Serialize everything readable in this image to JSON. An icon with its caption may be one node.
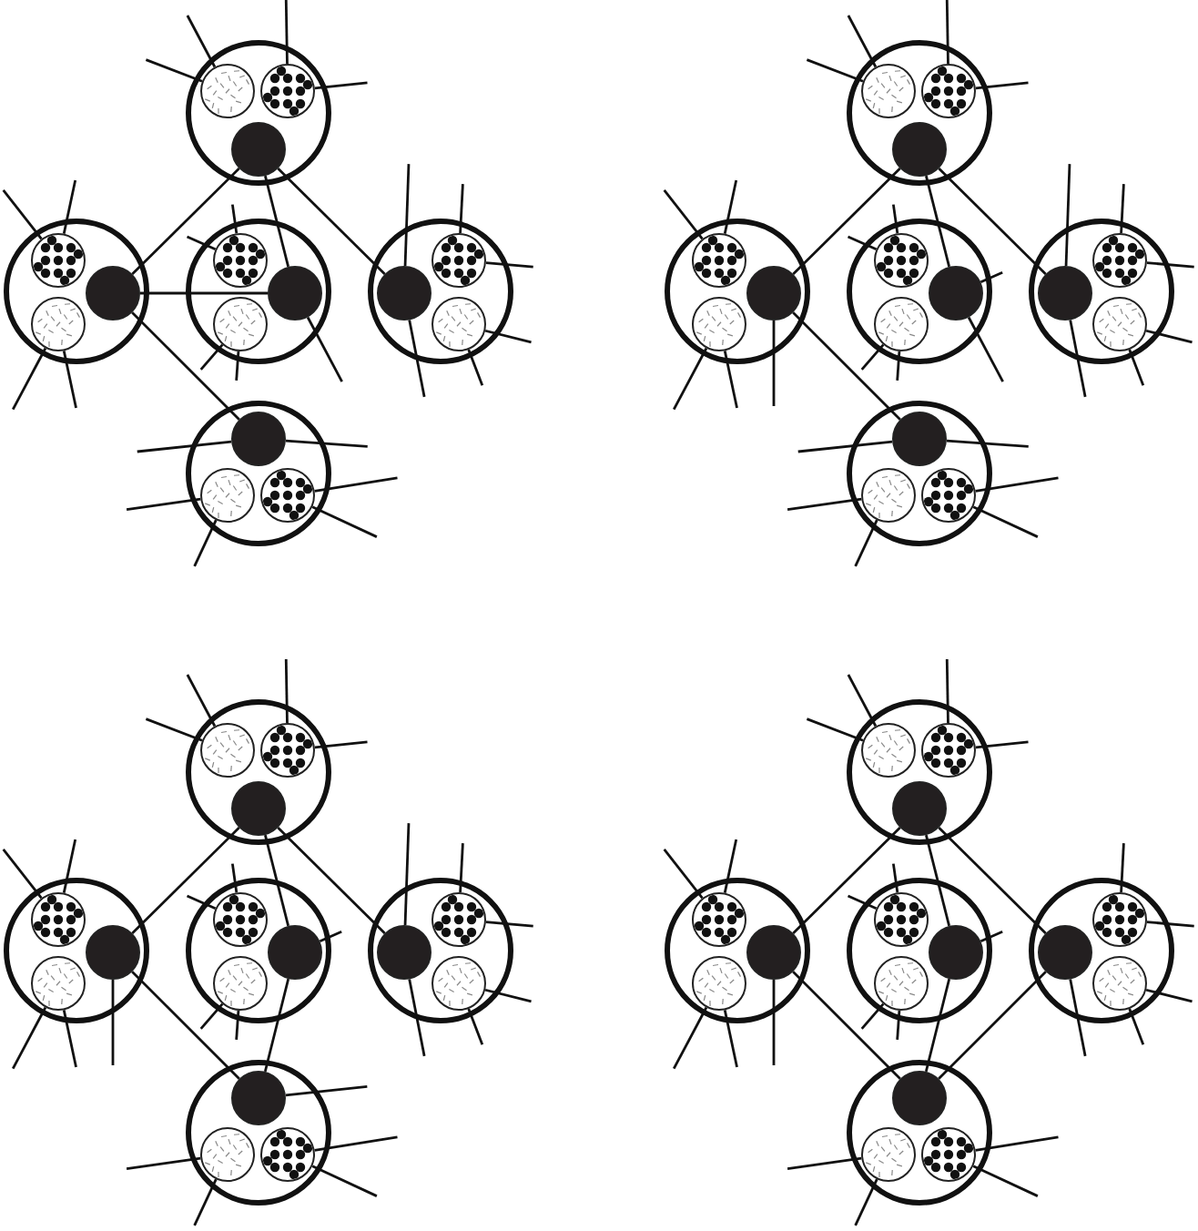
{
  "diagram": {
    "nodes": [
      {
        "text": [],
        "shape": "circle"
      },
      {
        "text": [],
        "shape": "circle",
        "in": 0
      },
      {
        "text": [],
        "shape": "circle",
        "in": 0
      },
      {
        "text": [],
        "shape": "circle",
        "in": 0
      },
      {
        "text": [],
        "shape": "circle"
      },
      {
        "text": [],
        "shape": "circle",
        "in": 4
      },
      {
        "text": [],
        "shape": "circle",
        "in": 4
      },
      {
        "text": [],
        "shape": "circle",
        "in": 4
      },
      {
        "text": [],
        "shape": "circle"
      },
      {
        "text": [],
        "shape": "circle",
        "in": 8
      },
      {
        "text": [],
        "shape": "circle",
        "in": 8
      },
      {
        "text": [],
        "shape": "circle",
        "in": 8
      },
      {
        "text": [],
        "shape": "circle"
      },
      {
        "text": [],
        "shape": "circle",
        "in": 12
      },
      {
        "text": [],
        "shape": "circle",
        "in": 12
      },
      {
        "text": [],
        "shape": "circle",
        "in": 12
      },
      {
        "text": [],
        "shape": "circle"
      },
      {
        "text": [],
        "shape": "circle",
        "in": 16
      },
      {
        "text": [],
        "shape": "circle",
        "in": 16
      },
      {
        "text": [],
        "shape": "circle",
        "in": 16
      },
      {
        "text": [],
        "shape": "circle"
      },
      {
        "text": [],
        "shape": "circle",
        "in": 20
      },
      {
        "text": [],
        "shape": "circle",
        "in": 20
      },
      {
        "text": [],
        "shape": "circle",
        "in": 20
      },
      {
        "text": [],
        "shape": "circle"
      },
      {
        "text": [],
        "shape": "circle",
        "in": 24
      },
      {
        "text": [],
        "shape": "circle",
        "in": 24
      },
      {
        "text": [],
        "shape": "circle",
        "in": 24
      },
      {
        "text": [],
        "shape": "circle"
      },
      {
        "text": [],
        "shape": "circle",
        "in": 28
      },
      {
        "text": [],
        "shape": "circle",
        "in": 28
      },
      {
        "text": [],
        "shape": "circle",
        "in": 28
      },
      {
        "text": [],
        "shape": "circle"
      },
      {
        "text": [],
        "shape": "circle",
        "in": 32
      },
      {
        "text": [],
        "shape": "circle",
        "in": 32
      },
      {
        "text": [],
        "shape": "circle",
        "in": 32
      },
      {
        "text": [],
        "shape": "circle"
      },
      {
        "text": [],
        "shape": "circle",
        "in": 36
      },
      {
        "text": [],
        "shape": "circle",
        "in": 36
      },
      {
        "text": [],
        "shape": "circle",
        "in": 36
      },
      {
        "text": [],
        "shape": "circle"
      },
      {
        "text": [],
        "shape": "circle",
        "in": 40
      },
      {
        "text": [],
        "shape": "circle",
        "in": 40
      },
      {
        "text": [],
        "shape": "circle",
        "in": 40
      },
      {
        "text": [],
        "shape": "circle"
      },
      {
        "text": [],
        "shape": "circle",
        "in": 44
      },
      {
        "text": [],
        "shape": "circle",
        "in": 44
      },
      {
        "text": [],
        "shape": "circle",
        "in": 44
      },
      {
        "text": [],
        "shape": "circle"
      },
      {
        "text": [],
        "shape": "circle",
        "in": 48
      },
      {
        "text": [],
        "shape": "circle",
        "in": 48
      },
      {
        "text": [],
        "shape": "circle",
        "in": 48
      },
      {
        "text": [],
        "shape": "circle"
      },
      {
        "text": [],
        "shape": "circle",
        "in": 52
      },
      {
        "text": [],
        "shape": "circle",
        "in": 52
      },
      {
        "text": [],
        "shape": "circle",
        "in": 52
      },
      {
        "text": [],
        "shape": "circle"
      },
      {
        "text": [],
        "shape": "circle",
        "in": 56
      },
      {
        "text": [],
        "shape": "circle",
        "in": 56
      },
      {
        "text": [],
        "shape": "circle",
        "in": 56
      },
      {
        "text": [],
        "shape": "circle"
      },
      {
        "text": [],
        "shape": "circle",
        "in": 60
      },
      {
        "text": [],
        "shape": "circle",
        "in": 60
      },
      {
        "text": [],
        "shape": "circle",
        "in": 60
      },
      {
        "text": [],
        "shape": "circle"
      },
      {
        "text": [],
        "shape": "circle",
        "in": 64
      },
      {
        "text": [],
        "shape": "circle",
        "in": 64
      },
      {
        "text": [],
        "shape": "circle",
        "in": 64
      },
      {
        "text": [],
        "shape": "circle"
      },
      {
        "text": [],
        "shape": "circle",
        "in": 68
      },
      {
        "text": [],
        "shape": "circle",
        "in": 68
      },
      {
        "text": [],
        "shape": "circle",
        "in": 68
      },
      {
        "text": [],
        "shape": "circle"
      },
      {
        "text": [],
        "shape": "circle",
        "in": 72
      },
      {
        "text": [],
        "shape": "circle",
        "in": 72
      },
      {
        "text": [],
        "shape": "circle",
        "in": 72
      },
      {
        "text": [],
        "shape": "circle"
      },
      {
        "text": [],
        "shape": "circle",
        "in": 76
      },
      {
        "text": [],
        "shape": "circle",
        "in": 76
      },
      {
        "text": [],
        "shape": "circle",
        "in": 76
      }
    ],
    "edges": [
      {
        "from": 3,
        "to": 6,
        "arrow": "none"
      },
      {
        "from": 3,
        "to": 10,
        "arrow": "none"
      },
      {
        "from": 3,
        "to": 14,
        "arrow": "none"
      },
      {
        "from": 6,
        "to": 10,
        "arrow": "none"
      },
      {
        "from": 6,
        "to": 17,
        "arrow": "none"
      },
      {
        "from": 1,
        "to": null,
        "arrow": "none"
      },
      {
        "from": 1,
        "to": null,
        "arrow": "none"
      },
      {
        "from": 2,
        "to": null,
        "arrow": "none"
      },
      {
        "from": 2,
        "to": null,
        "arrow": "none"
      },
      {
        "from": 5,
        "to": null,
        "arrow": "none"
      },
      {
        "from": 5,
        "to": null,
        "arrow": "none"
      },
      {
        "from": 7,
        "to": null,
        "arrow": "none"
      },
      {
        "from": 7,
        "to": null,
        "arrow": "none"
      },
      {
        "from": 9,
        "to": null,
        "arrow": "none"
      },
      {
        "from": 9,
        "to": null,
        "arrow": "none"
      },
      {
        "from": 10,
        "to": null,
        "arrow": "none"
      },
      {
        "from": 11,
        "to": null,
        "arrow": "none"
      },
      {
        "from": 11,
        "to": null,
        "arrow": "none"
      },
      {
        "from": 13,
        "to": null,
        "arrow": "none"
      },
      {
        "from": 13,
        "to": null,
        "arrow": "none"
      },
      {
        "from": 14,
        "to": null,
        "arrow": "none"
      },
      {
        "from": 14,
        "to": null,
        "arrow": "none"
      },
      {
        "from": 15,
        "to": null,
        "arrow": "none"
      },
      {
        "from": 15,
        "to": null,
        "arrow": "none"
      },
      {
        "from": 17,
        "to": null,
        "arrow": "none"
      },
      {
        "from": 17,
        "to": null,
        "arrow": "none"
      },
      {
        "from": 18,
        "to": null,
        "arrow": "none"
      },
      {
        "from": 18,
        "to": null,
        "arrow": "none"
      },
      {
        "from": 19,
        "to": null,
        "arrow": "none"
      },
      {
        "from": 19,
        "to": null,
        "arrow": "none"
      },
      {
        "from": 23,
        "to": 26,
        "arrow": "none"
      },
      {
        "from": 23,
        "to": 30,
        "arrow": "none"
      },
      {
        "from": 23,
        "to": 34,
        "arrow": "none"
      },
      {
        "from": 26,
        "to": 37,
        "arrow": "none"
      },
      {
        "from": 21,
        "to": null,
        "arrow": "none"
      },
      {
        "from": 21,
        "to": null,
        "arrow": "none"
      },
      {
        "from": 22,
        "to": null,
        "arrow": "none"
      },
      {
        "from": 22,
        "to": null,
        "arrow": "none"
      },
      {
        "from": 25,
        "to": null,
        "arrow": "none"
      },
      {
        "from": 25,
        "to": null,
        "arrow": "none"
      },
      {
        "from": 26,
        "to": null,
        "arrow": "none"
      },
      {
        "from": 27,
        "to": null,
        "arrow": "none"
      },
      {
        "from": 27,
        "to": null,
        "arrow": "none"
      },
      {
        "from": 29,
        "to": null,
        "arrow": "none"
      },
      {
        "from": 29,
        "to": null,
        "arrow": "none"
      },
      {
        "from": 30,
        "to": null,
        "arrow": "none"
      },
      {
        "from": 30,
        "to": null,
        "arrow": "none"
      },
      {
        "from": 31,
        "to": null,
        "arrow": "none"
      },
      {
        "from": 31,
        "to": null,
        "arrow": "none"
      },
      {
        "from": 33,
        "to": null,
        "arrow": "none"
      },
      {
        "from": 33,
        "to": null,
        "arrow": "none"
      },
      {
        "from": 34,
        "to": null,
        "arrow": "none"
      },
      {
        "from": 34,
        "to": null,
        "arrow": "none"
      },
      {
        "from": 35,
        "to": null,
        "arrow": "none"
      },
      {
        "from": 35,
        "to": null,
        "arrow": "none"
      },
      {
        "from": 37,
        "to": null,
        "arrow": "none"
      },
      {
        "from": 37,
        "to": null,
        "arrow": "none"
      },
      {
        "from": 38,
        "to": null,
        "arrow": "none"
      },
      {
        "from": 38,
        "to": null,
        "arrow": "none"
      },
      {
        "from": 39,
        "to": null,
        "arrow": "none"
      },
      {
        "from": 39,
        "to": null,
        "arrow": "none"
      },
      {
        "from": 43,
        "to": 46,
        "arrow": "none"
      },
      {
        "from": 43,
        "to": 50,
        "arrow": "none"
      },
      {
        "from": 43,
        "to": 54,
        "arrow": "none"
      },
      {
        "from": 46,
        "to": 57,
        "arrow": "none"
      },
      {
        "from": 50,
        "to": 57,
        "arrow": "none"
      },
      {
        "from": 41,
        "to": null,
        "arrow": "none"
      },
      {
        "from": 41,
        "to": null,
        "arrow": "none"
      },
      {
        "from": 42,
        "to": null,
        "arrow": "none"
      },
      {
        "from": 42,
        "to": null,
        "arrow": "none"
      },
      {
        "from": 45,
        "to": null,
        "arrow": "none"
      },
      {
        "from": 45,
        "to": null,
        "arrow": "none"
      },
      {
        "from": 46,
        "to": null,
        "arrow": "none"
      },
      {
        "from": 47,
        "to": null,
        "arrow": "none"
      },
      {
        "from": 47,
        "to": null,
        "arrow": "none"
      },
      {
        "from": 49,
        "to": null,
        "arrow": "none"
      },
      {
        "from": 49,
        "to": null,
        "arrow": "none"
      },
      {
        "from": 50,
        "to": null,
        "arrow": "none"
      },
      {
        "from": 51,
        "to": null,
        "arrow": "none"
      },
      {
        "from": 51,
        "to": null,
        "arrow": "none"
      },
      {
        "from": 53,
        "to": null,
        "arrow": "none"
      },
      {
        "from": 53,
        "to": null,
        "arrow": "none"
      },
      {
        "from": 54,
        "to": null,
        "arrow": "none"
      },
      {
        "from": 54,
        "to": null,
        "arrow": "none"
      },
      {
        "from": 55,
        "to": null,
        "arrow": "none"
      },
      {
        "from": 55,
        "to": null,
        "arrow": "none"
      },
      {
        "from": 57,
        "to": null,
        "arrow": "none"
      },
      {
        "from": 58,
        "to": null,
        "arrow": "none"
      },
      {
        "from": 58,
        "to": null,
        "arrow": "none"
      },
      {
        "from": 59,
        "to": null,
        "arrow": "none"
      },
      {
        "from": 59,
        "to": null,
        "arrow": "none"
      },
      {
        "from": 63,
        "to": 66,
        "arrow": "none"
      },
      {
        "from": 63,
        "to": 70,
        "arrow": "none"
      },
      {
        "from": 63,
        "to": 74,
        "arrow": "none"
      },
      {
        "from": 66,
        "to": 77,
        "arrow": "none"
      },
      {
        "from": 70,
        "to": 77,
        "arrow": "none"
      },
      {
        "from": 74,
        "to": 77,
        "arrow": "none"
      },
      {
        "from": 61,
        "to": null,
        "arrow": "none"
      },
      {
        "from": 61,
        "to": null,
        "arrow": "none"
      },
      {
        "from": 62,
        "to": null,
        "arrow": "none"
      },
      {
        "from": 62,
        "to": null,
        "arrow": "none"
      },
      {
        "from": 65,
        "to": null,
        "arrow": "none"
      },
      {
        "from": 65,
        "to": null,
        "arrow": "none"
      },
      {
        "from": 66,
        "to": null,
        "arrow": "none"
      },
      {
        "from": 67,
        "to": null,
        "arrow": "none"
      },
      {
        "from": 67,
        "to": null,
        "arrow": "none"
      },
      {
        "from": 69,
        "to": null,
        "arrow": "none"
      },
      {
        "from": 69,
        "to": null,
        "arrow": "none"
      },
      {
        "from": 70,
        "to": null,
        "arrow": "none"
      },
      {
        "from": 71,
        "to": null,
        "arrow": "none"
      },
      {
        "from": 71,
        "to": null,
        "arrow": "none"
      },
      {
        "from": 73,
        "to": null,
        "arrow": "none"
      },
      {
        "from": 73,
        "to": null,
        "arrow": "none"
      },
      {
        "from": 74,
        "to": null,
        "arrow": "none"
      },
      {
        "from": 75,
        "to": null,
        "arrow": "none"
      },
      {
        "from": 75,
        "to": null,
        "arrow": "none"
      },
      {
        "from": 78,
        "to": null,
        "arrow": "none"
      },
      {
        "from": 78,
        "to": null,
        "arrow": "none"
      },
      {
        "from": 79,
        "to": null,
        "arrow": "none"
      },
      {
        "from": 79,
        "to": null,
        "arrow": "none"
      }
    ]
  }
}
